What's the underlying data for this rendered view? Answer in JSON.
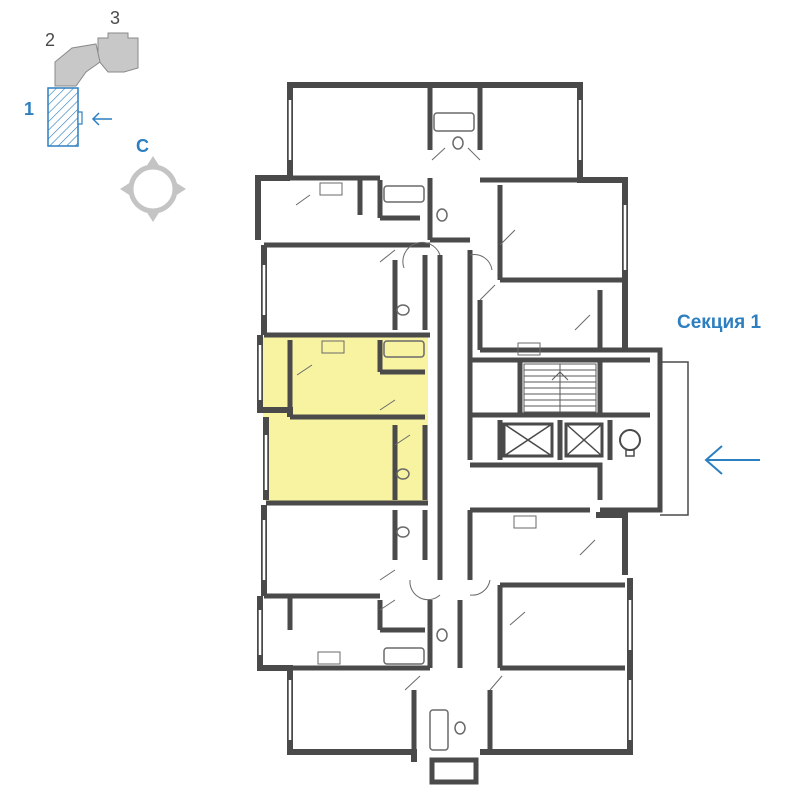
{
  "key_plan": {
    "building_labels": [
      "2",
      "3",
      "1"
    ],
    "selected_building": "1",
    "compass_letter": "С"
  },
  "section_label": "Секция 1",
  "colors": {
    "wall": "#4a4a4a",
    "highlight": "#f8f3a1",
    "accent": "#2d7fc0",
    "inactive": "#a8a8a8",
    "fixture": "#6a6a6a"
  },
  "icons": {
    "entrance": "arrow-left-icon",
    "compass": "compass-rose-icon",
    "elevator": "elevator-icon",
    "stairs": "stairs-icon"
  }
}
